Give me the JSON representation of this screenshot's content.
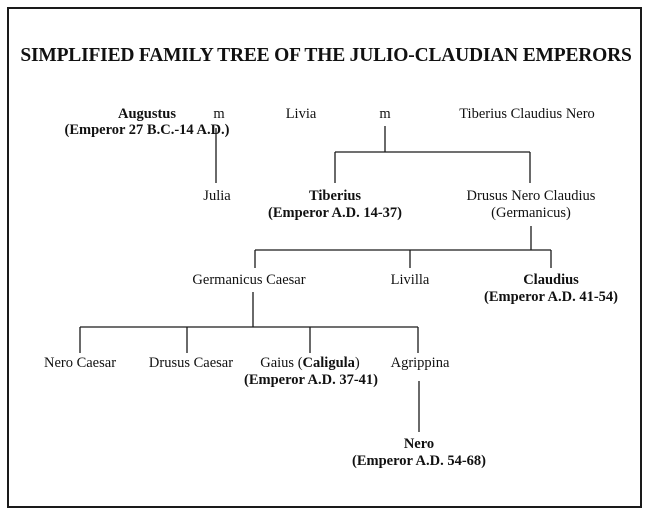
{
  "title": "SIMPLIFIED FAMILY TREE OF THE JULIO-CLAUDIAN EMPERORS",
  "marriage_symbol": "m",
  "people": {
    "augustus": {
      "name": "Augustus",
      "note": "(Emperor 27 B.C.-14 A.D.)"
    },
    "livia": {
      "name": "Livia"
    },
    "tiberius_claudius_nero": {
      "name": "Tiberius Claudius Nero"
    },
    "julia": {
      "name": "Julia"
    },
    "tiberius": {
      "name": "Tiberius",
      "note": "(Emperor A.D. 14-37)"
    },
    "drusus": {
      "name": "Drusus Nero Claudius",
      "note": "(Germanicus)"
    },
    "germanicus_caesar": {
      "name": "Germanicus Caesar"
    },
    "livilla": {
      "name": "Livilla"
    },
    "claudius": {
      "name": "Claudius",
      "note": "(Emperor A.D. 41-54)"
    },
    "nero_caesar": {
      "name": "Nero Caesar"
    },
    "drusus_caesar": {
      "name": "Drusus Caesar"
    },
    "gaius": {
      "name_prefix": "Gaius (",
      "name_bold": "Caligula",
      "name_suffix": ")",
      "note": "(Emperor A.D. 37-41)"
    },
    "agrippina": {
      "name": "Agrippina"
    },
    "nero": {
      "name": "Nero",
      "note": "(Emperor A.D. 54-68)"
    }
  },
  "relations": [
    {
      "type": "marriage",
      "a": "Augustus",
      "b": "Livia",
      "children": [
        "Julia"
      ]
    },
    {
      "type": "marriage",
      "a": "Livia",
      "b": "Tiberius Claudius Nero",
      "children": [
        "Tiberius",
        "Drusus Nero Claudius"
      ]
    },
    {
      "type": "parent",
      "parent": "Drusus Nero Claudius",
      "children": [
        "Germanicus Caesar",
        "Livilla",
        "Claudius"
      ]
    },
    {
      "type": "parent",
      "parent": "Germanicus Caesar",
      "children": [
        "Nero Caesar",
        "Drusus Caesar",
        "Gaius (Caligula)",
        "Agrippina"
      ]
    },
    {
      "type": "parent",
      "parent": "Agrippina",
      "children": [
        "Nero"
      ]
    }
  ]
}
